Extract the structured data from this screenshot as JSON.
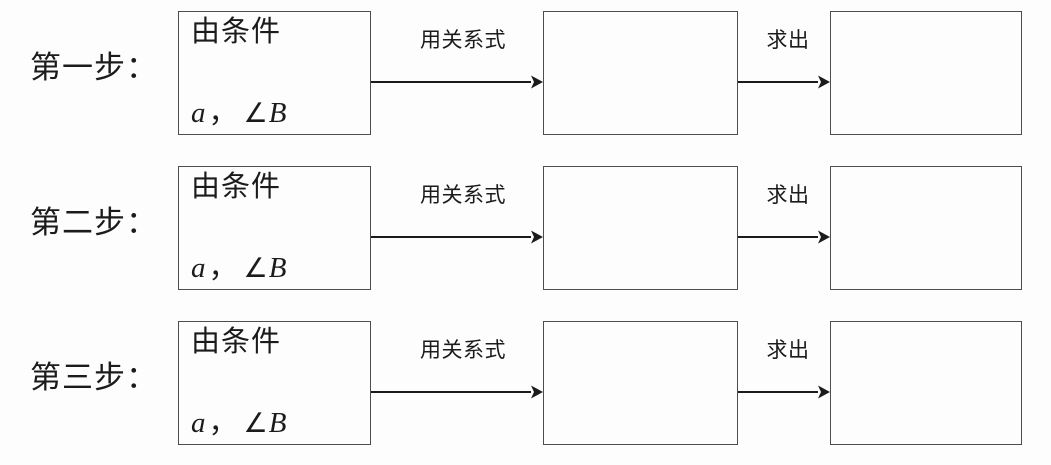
{
  "figure": {
    "type": "flow-diagram",
    "title": "",
    "background_color": "#fdfdfd",
    "line_color": "#4d4d50",
    "text_color": "#1b1b1b",
    "rows": [
      {
        "step_label": "第一步：",
        "condition_box": {
          "line1": "由条件",
          "variable": "a",
          "comma": "，",
          "angle_symbol": "∠",
          "angle_name": "B"
        },
        "arrow1_label": "用关系式",
        "relation_box": "",
        "arrow2_label": "求出",
        "result_box": ""
      },
      {
        "step_label": "第二步：",
        "condition_box": {
          "line1": "由条件",
          "variable": "a",
          "comma": "，",
          "angle_symbol": "∠",
          "angle_name": "B"
        },
        "arrow1_label": "用关系式",
        "relation_box": "",
        "arrow2_label": "求出",
        "result_box": ""
      },
      {
        "step_label": "第三步：",
        "condition_box": {
          "line1": "由条件",
          "variable": "a",
          "comma": "，",
          "angle_symbol": "∠",
          "angle_name": "B"
        },
        "arrow1_label": "用关系式",
        "relation_box": "",
        "arrow2_label": "求出",
        "result_box": ""
      }
    ]
  }
}
